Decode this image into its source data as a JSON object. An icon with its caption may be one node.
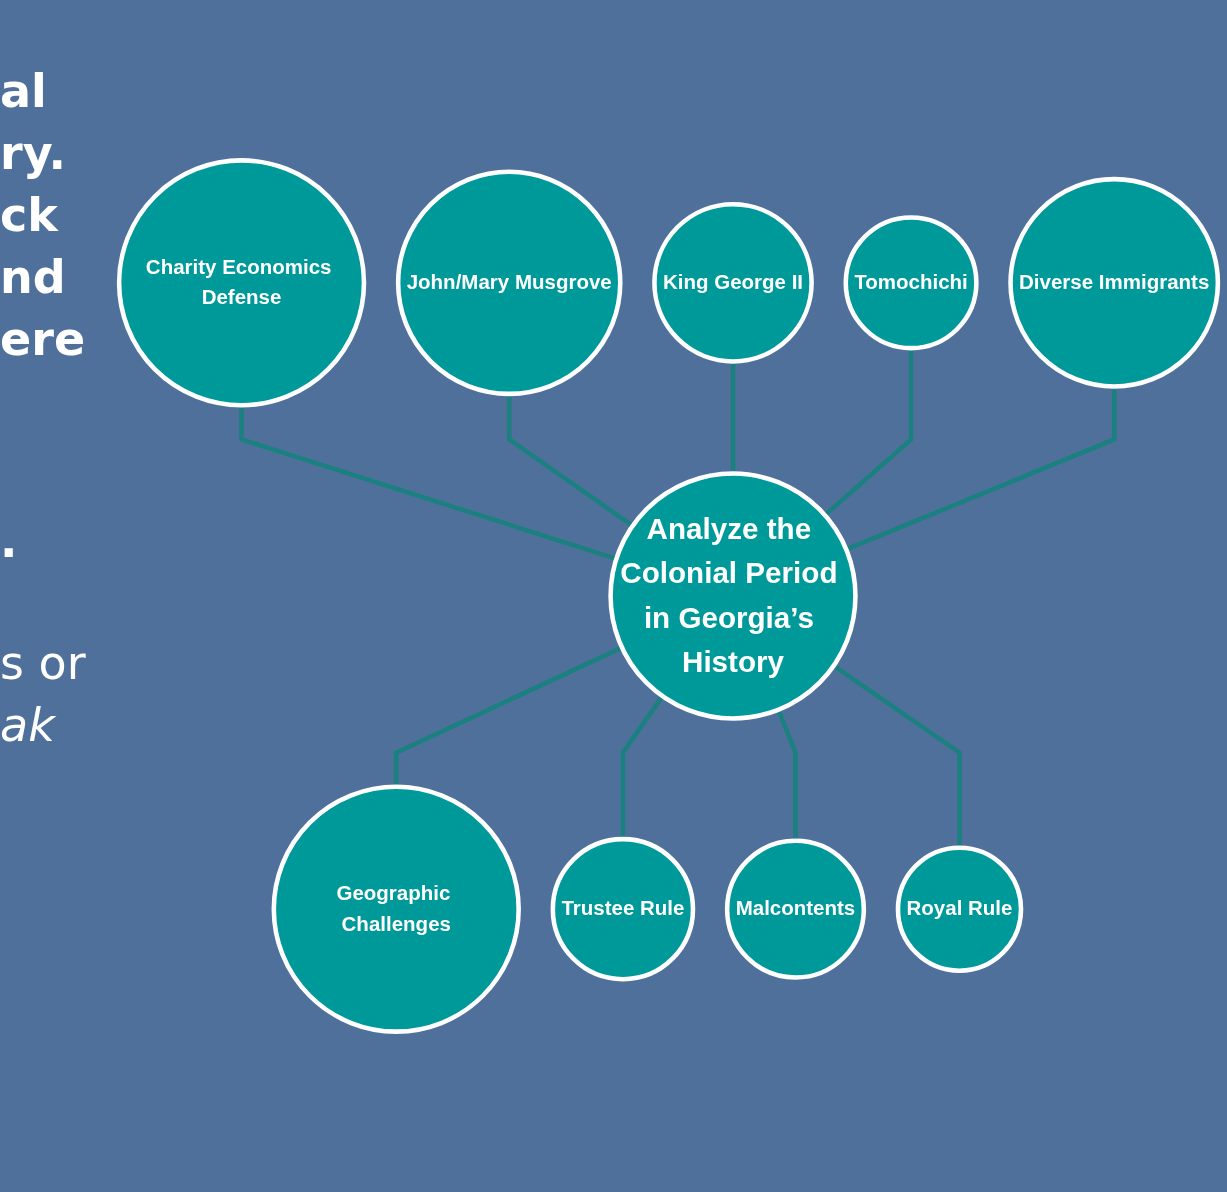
{
  "diagram": {
    "nodes": [
      {
        "text": [
          "Analyze the Colonial Period in Georgia’s History"
        ]
      },
      {
        "text": [
          "Charity Economics Defense"
        ]
      },
      {
        "text": [
          "John/Mary Musgrove"
        ]
      },
      {
        "text": [
          "King George II"
        ]
      },
      {
        "text": [
          "Tomochichi"
        ]
      },
      {
        "text": [
          "Diverse Immigrants"
        ]
      },
      {
        "text": [
          "Geographic Challenges"
        ]
      },
      {
        "text": [
          "Trustee Rule"
        ]
      },
      {
        "text": [
          "Malcontents"
        ]
      },
      {
        "text": [
          "Royal Rule"
        ]
      }
    ],
    "edges": [
      {
        "from": 1,
        "to": 0,
        "arrow": "none"
      },
      {
        "from": 2,
        "to": 0,
        "arrow": "none"
      },
      {
        "from": 3,
        "to": 0,
        "arrow": "none"
      },
      {
        "from": 4,
        "to": 0,
        "arrow": "none"
      },
      {
        "from": 5,
        "to": 0,
        "arrow": "none"
      },
      {
        "from": 0,
        "to": 6,
        "arrow": "none"
      },
      {
        "from": 0,
        "to": 7,
        "arrow": "none"
      },
      {
        "from": 0,
        "to": 8,
        "arrow": "none"
      },
      {
        "from": 0,
        "to": 9,
        "arrow": "none"
      }
    ],
    "labels": [
      "al",
      "ry.",
      "ck",
      "nd",
      "ere",
      ".",
      "s or",
      "ak"
    ]
  }
}
